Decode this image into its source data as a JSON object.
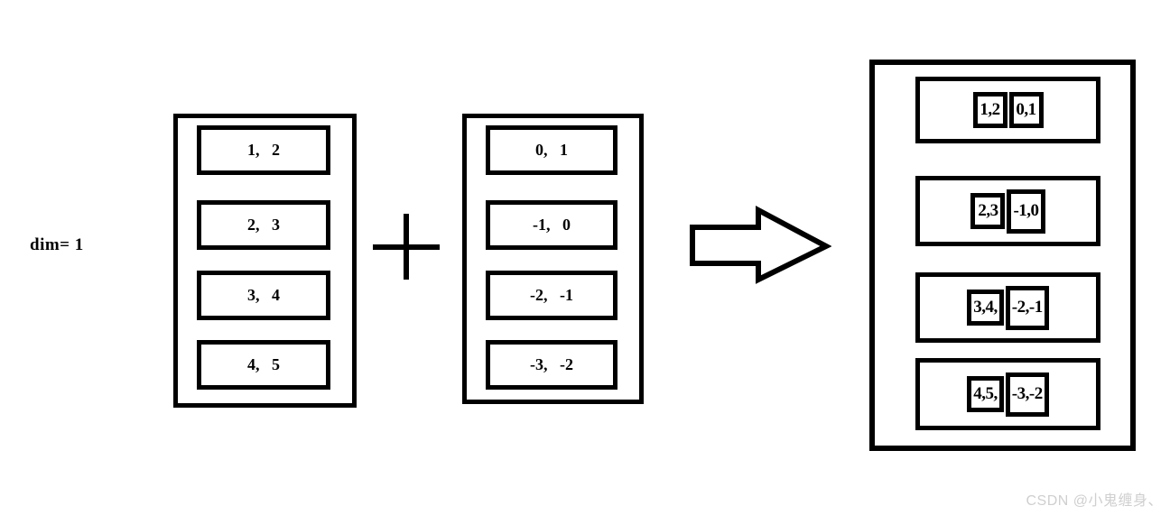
{
  "diagram": {
    "dim_label": "dim= 1",
    "left_tensor": {
      "rows": [
        "1, 2",
        "2, 3",
        "3, 4",
        "4, 5"
      ]
    },
    "right_tensor": {
      "rows": [
        "0, 1",
        "-1, 0",
        "-2, -1",
        "-3, -2"
      ]
    },
    "result_tensor": {
      "rows": [
        {
          "left": "1,2",
          "right": "0,1"
        },
        {
          "left": "2,3",
          "right": "-1,0"
        },
        {
          "left": "3,4,",
          "right": "-2,-1"
        },
        {
          "left": "4,5,",
          "right": "-3,-2"
        }
      ]
    },
    "icons": {
      "operator": "plus-icon",
      "transform": "arrow-right-icon"
    },
    "colors": {
      "stroke": "#000000",
      "background": "#ffffff",
      "watermark_text": "#cfcfcf"
    }
  },
  "watermark": {
    "text": "CSDN @小鬼缠身、"
  }
}
